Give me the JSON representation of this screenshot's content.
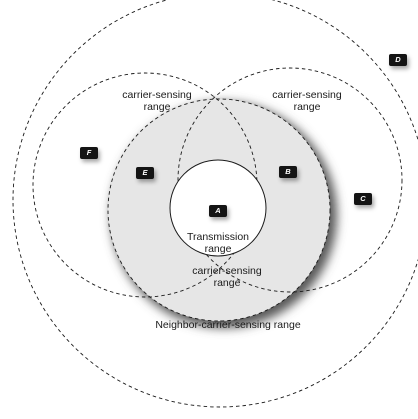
{
  "nodes": {
    "A": "A",
    "B": "B",
    "C": "C",
    "D": "D",
    "E": "E",
    "F": "F"
  },
  "labels": {
    "cs_range_left": [
      "carrier-sensing",
      "range"
    ],
    "cs_range_right": [
      "carrier-sensing",
      "range"
    ],
    "cs_range_bottom": [
      "carrier-sensing",
      "range"
    ],
    "transmission_range": [
      "Transmission",
      "range"
    ],
    "neighbor_cs_range": "Neighbor-carrier-sensing range"
  },
  "colors": {
    "shaded_area": "#e6e6e6",
    "outline": "#1a1a1a",
    "node_fill": "#141414"
  }
}
